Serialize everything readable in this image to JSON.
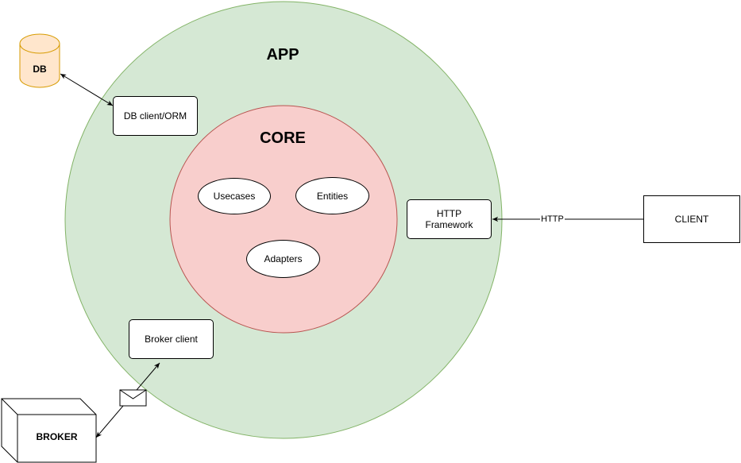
{
  "colors": {
    "app_fill": "#d5e8d4",
    "app_stroke": "#82b366",
    "core_fill": "#f8cecc",
    "core_stroke": "#b85450",
    "db_fill": "#ffe6cc",
    "db_stroke": "#d79b00",
    "line": "#000000"
  },
  "app": {
    "title": "APP"
  },
  "core": {
    "title": "CORE"
  },
  "components": {
    "usecases": "Usecases",
    "entities": "Entities",
    "adapters": "Adapters",
    "http_framework": "HTTP\nFramework",
    "db_client": "DB client/ORM",
    "broker_client": "Broker client"
  },
  "externals": {
    "db": "DB",
    "client": "CLIENT",
    "broker": "BROKER"
  },
  "edges": {
    "http_label": "HTTP"
  },
  "icons": {
    "message": "envelope-icon",
    "database": "cylinder-icon",
    "broker": "cube-icon"
  }
}
